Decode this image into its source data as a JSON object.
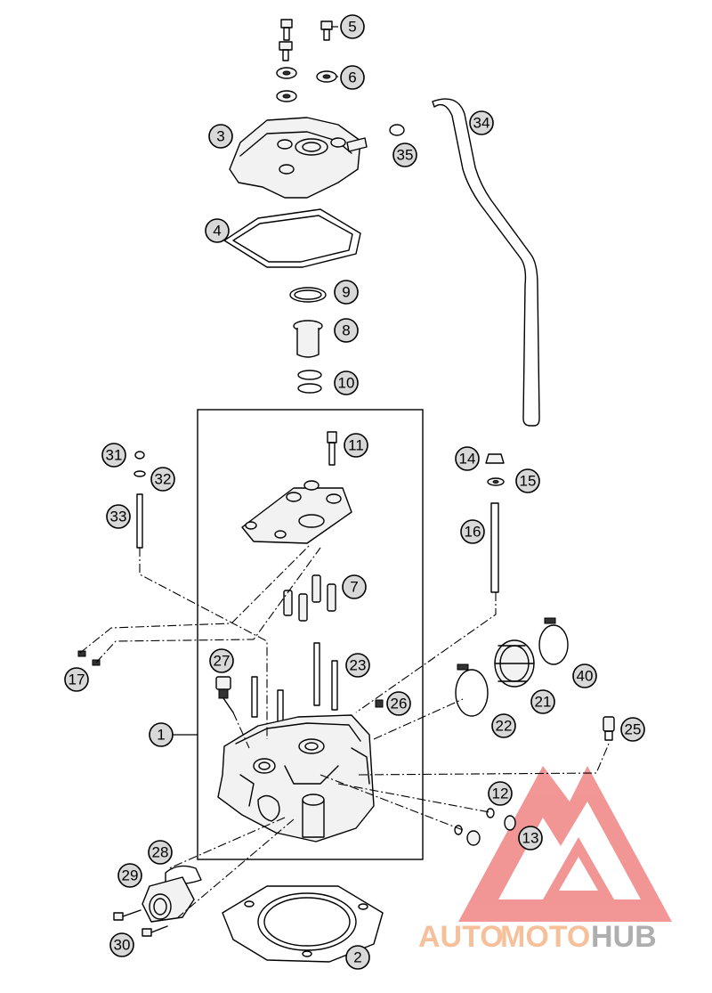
{
  "callouts": [
    {
      "id": "c1",
      "label": "1"
    },
    {
      "id": "c2",
      "label": "2"
    },
    {
      "id": "c3",
      "label": "3"
    },
    {
      "id": "c4",
      "label": "4"
    },
    {
      "id": "c5",
      "label": "5"
    },
    {
      "id": "c6",
      "label": "6"
    },
    {
      "id": "c7",
      "label": "7"
    },
    {
      "id": "c8",
      "label": "8"
    },
    {
      "id": "c9",
      "label": "9"
    },
    {
      "id": "c10",
      "label": "10"
    },
    {
      "id": "c11",
      "label": "11"
    },
    {
      "id": "c12",
      "label": "12"
    },
    {
      "id": "c13",
      "label": "13"
    },
    {
      "id": "c14",
      "label": "14"
    },
    {
      "id": "c15",
      "label": "15"
    },
    {
      "id": "c16",
      "label": "16"
    },
    {
      "id": "c17",
      "label": "17"
    },
    {
      "id": "c21",
      "label": "21"
    },
    {
      "id": "c22",
      "label": "22"
    },
    {
      "id": "c23",
      "label": "23"
    },
    {
      "id": "c25",
      "label": "25"
    },
    {
      "id": "c26",
      "label": "26"
    },
    {
      "id": "c27",
      "label": "27"
    },
    {
      "id": "c28",
      "label": "28"
    },
    {
      "id": "c29",
      "label": "29"
    },
    {
      "id": "c30",
      "label": "30"
    },
    {
      "id": "c31",
      "label": "31"
    },
    {
      "id": "c32",
      "label": "32"
    },
    {
      "id": "c33",
      "label": "33"
    },
    {
      "id": "c34",
      "label": "34"
    },
    {
      "id": "c35",
      "label": "35"
    },
    {
      "id": "c40",
      "label": "40"
    }
  ],
  "watermark": {
    "part1": "AUTO",
    "part2": "MOTO",
    "part3": "HUB",
    "color_primary": "#f4b183",
    "color_secondary": "#9b9b9b",
    "logo_color": "#e84040"
  }
}
